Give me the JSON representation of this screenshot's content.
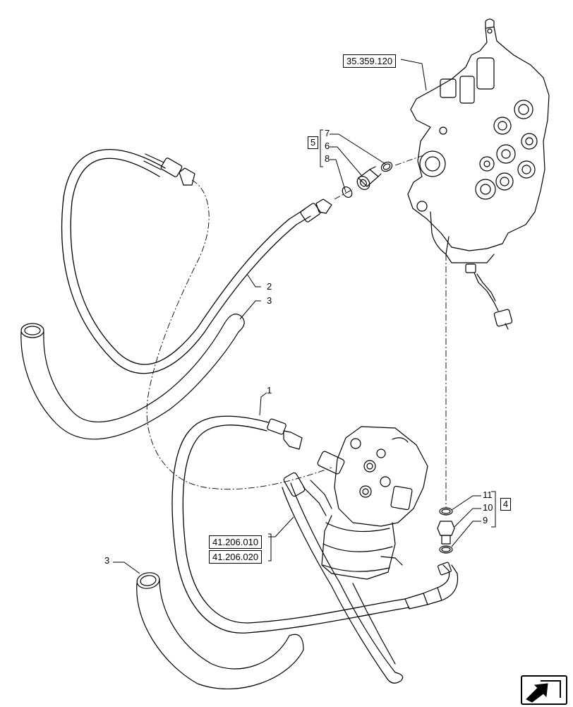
{
  "references": {
    "valve_ref": "35.359.120",
    "steer_ref_a": "41.206.010",
    "steer_ref_b": "41.206.020"
  },
  "groups": {
    "group_upper": "5",
    "group_lower": "4"
  },
  "callouts": {
    "c1": "1",
    "c2": "2",
    "c3_upper": "3",
    "c3_lower": "3",
    "c6": "6",
    "c7": "7",
    "c8": "8",
    "c9": "9",
    "c10": "10",
    "c11": "11"
  },
  "icons": {
    "nav": "next-page-arrow-icon"
  },
  "colors": {
    "line": "#000000",
    "background": "#ffffff"
  }
}
